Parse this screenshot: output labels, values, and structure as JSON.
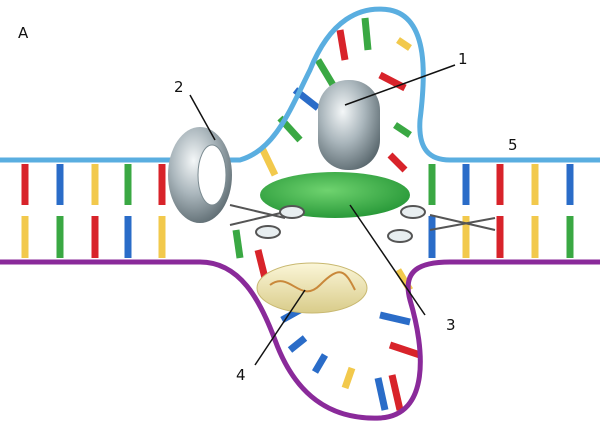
{
  "panel_label": "A",
  "labels": {
    "one": "1",
    "two": "2",
    "three": "3",
    "four": "4",
    "five": "5"
  },
  "colors": {
    "top_strand": "#5aaee0",
    "bottom_strand": "#8a2a9a",
    "green_protein": "#3cb84a",
    "tan_protein": "#ece3b0",
    "base_colors": [
      "#d8232a",
      "#2a6cc8",
      "#f2c94c",
      "#3aa843"
    ]
  },
  "base_pairs": {
    "left_top": [
      0,
      1,
      2,
      3,
      0
    ],
    "left_bottom": [
      2,
      3,
      0,
      1,
      2
    ],
    "right_top": [
      3,
      1,
      0,
      2,
      1
    ],
    "right_bottom": [
      1,
      2,
      0,
      2,
      3
    ]
  }
}
